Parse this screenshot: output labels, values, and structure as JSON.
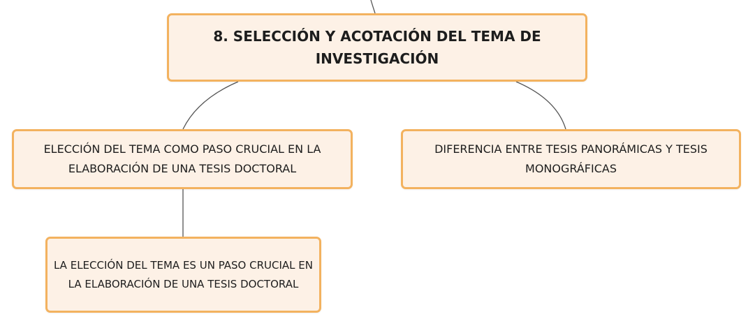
{
  "diagram": {
    "colors": {
      "node_fill": "#fdf1e6",
      "node_border": "#f3b25f",
      "connector": "#555555",
      "text": "#1d1d1d"
    },
    "root": {
      "text": "8. SELECCIÓN Y ACOTACIÓN DEL TEMA DE INVESTIGACIÓN"
    },
    "nodes": [
      {
        "text": "ELECCIÓN DEL TEMA COMO PASO CRUCIAL EN LA ELABORACIÓN DE UNA TESIS DOCTORAL"
      },
      {
        "text": "DIFERENCIA ENTRE TESIS PANORÁMICAS Y TESIS MONOGRÁFICAS"
      },
      {
        "text": "LA ELECCIÓN DEL TEMA ES UN PASO CRUCIAL EN LA ELABORACIÓN DE UNA TESIS DOCTORAL"
      }
    ]
  }
}
